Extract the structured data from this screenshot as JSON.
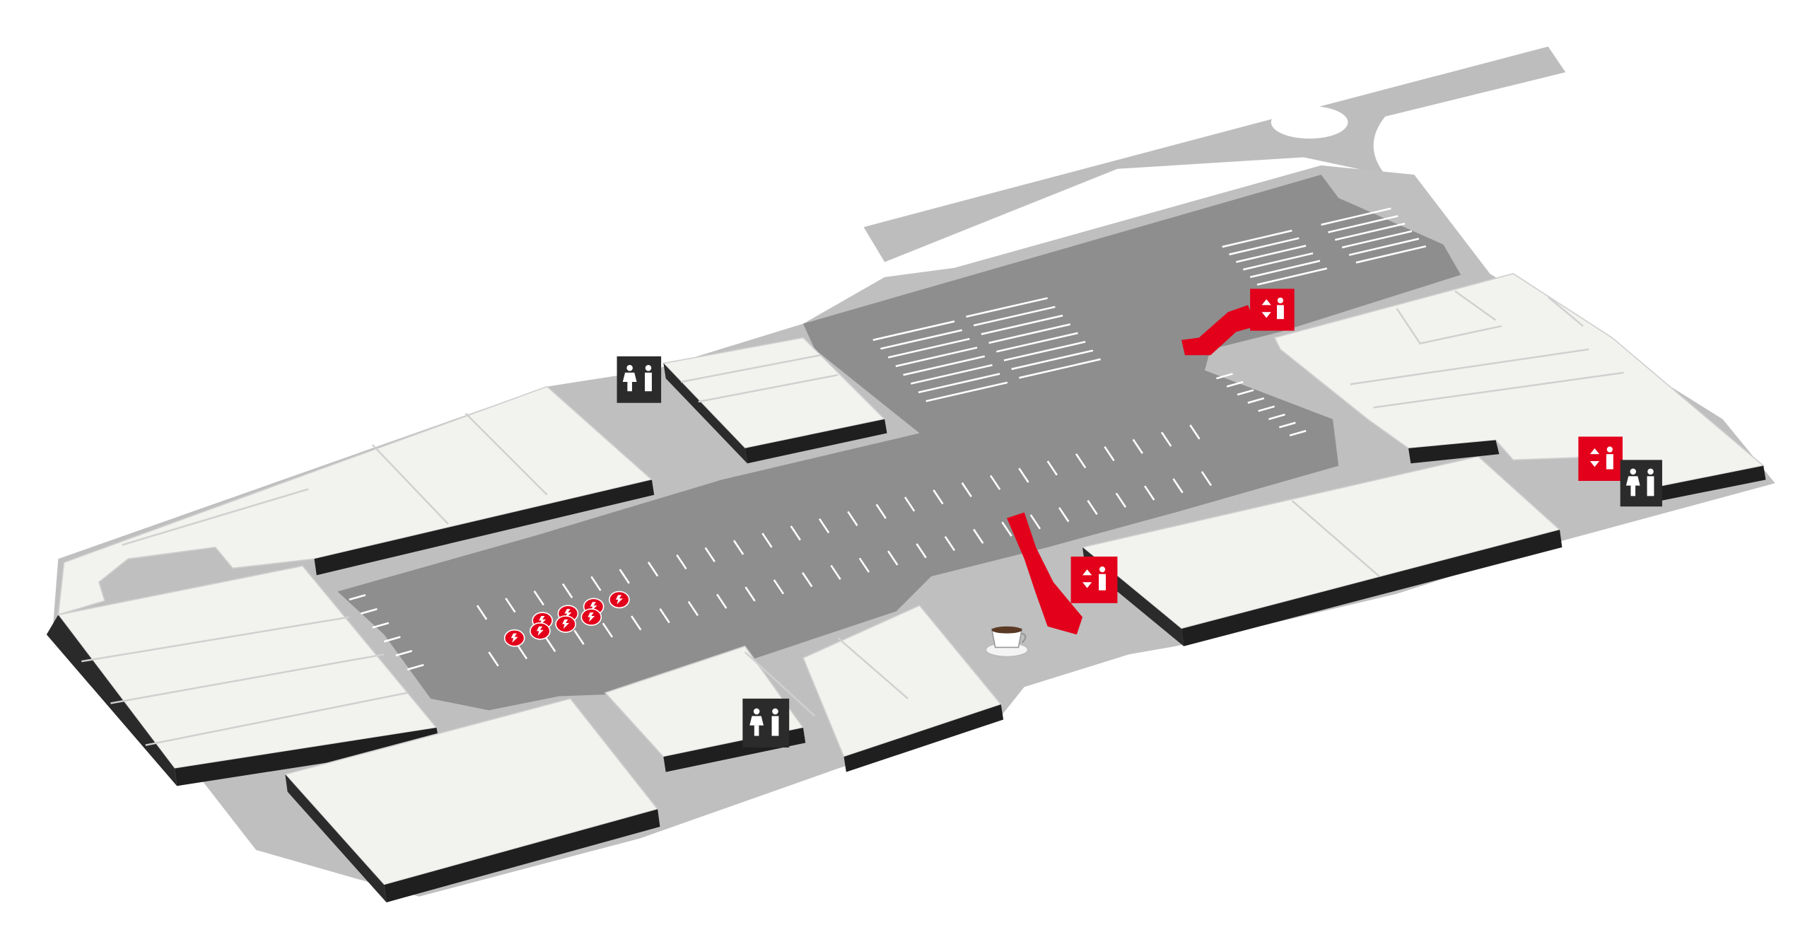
{
  "map": {
    "view": "isometric-3d-floor-plan",
    "colors": {
      "background": "#ffffff",
      "floor": "#bdbdbd",
      "parking": "#8d8d8d",
      "unit_top": "#f2f2ef",
      "unit_side": "#1f1f1f",
      "accent": "#e3001b"
    }
  },
  "icons": [
    {
      "name": "restroom-icon",
      "count": 3
    },
    {
      "name": "elevator-icon",
      "count": 3
    },
    {
      "name": "escalator-icon",
      "count": 2
    },
    {
      "name": "ev-charging-icon",
      "count": 8
    },
    {
      "name": "coffee-cup-icon",
      "count": 1
    }
  ]
}
